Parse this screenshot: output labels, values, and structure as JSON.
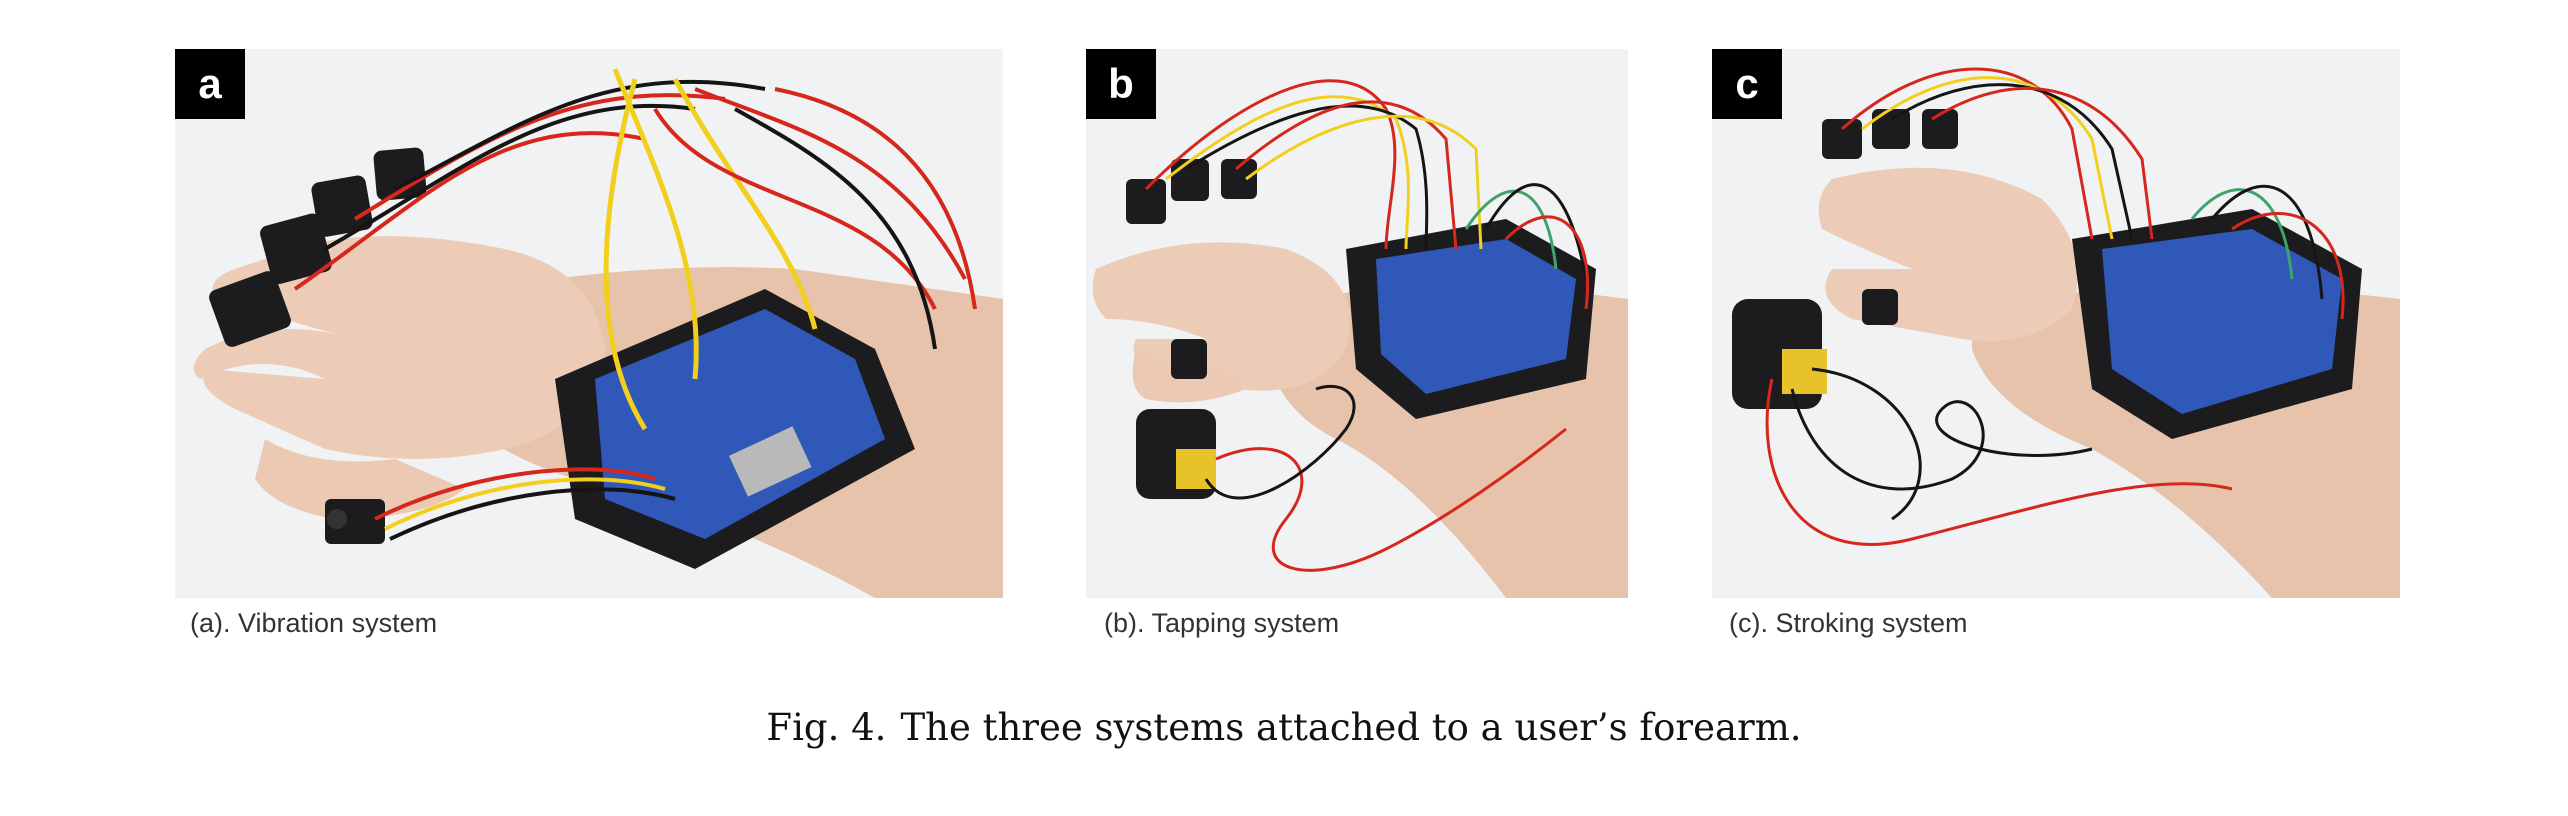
{
  "figure": {
    "number": "Fig. 4.",
    "caption": "The three systems attached to a user’s forearm."
  },
  "panels": [
    {
      "label": "a",
      "subcaption": "(a). Vibration system"
    },
    {
      "label": "b",
      "subcaption": "(b). Tapping system"
    },
    {
      "label": "c",
      "subcaption": "(c). Stroking system"
    }
  ],
  "colors": {
    "skin": "#e9c9b3",
    "board": "#2f58b8",
    "case": "#1c1c1e",
    "wire_red": "#d6271d",
    "wire_yellow": "#f2cf1d",
    "wire_black": "#151515",
    "wire_green": "#3fa36b",
    "background": "#f1f2f4"
  }
}
